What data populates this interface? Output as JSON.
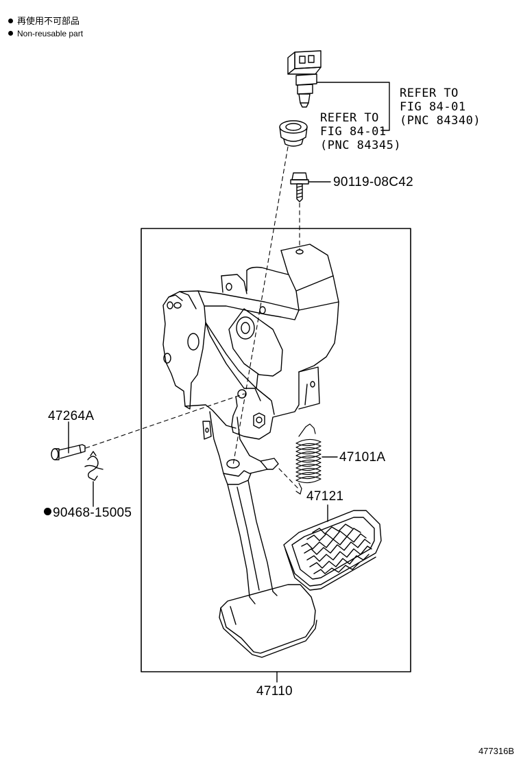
{
  "legend": {
    "non_reusable_cn": "再使用不可部品",
    "non_reusable_en": "Non-reusable part"
  },
  "references": {
    "switch_ref": {
      "line1": "REFER TO",
      "line2": "FIG 84-01",
      "line3": "(PNC 84340)"
    },
    "grommet_ref": {
      "line1": "REFER TO",
      "line2": "FIG 84-01",
      "line3": "(PNC 84345)"
    }
  },
  "parts": {
    "bolt": "90119-08C42",
    "pin": "47264A",
    "clip": "90468-15005",
    "spring": "47101A",
    "pad": "47121",
    "assembly": "47110"
  },
  "figure_id": "477316B"
}
